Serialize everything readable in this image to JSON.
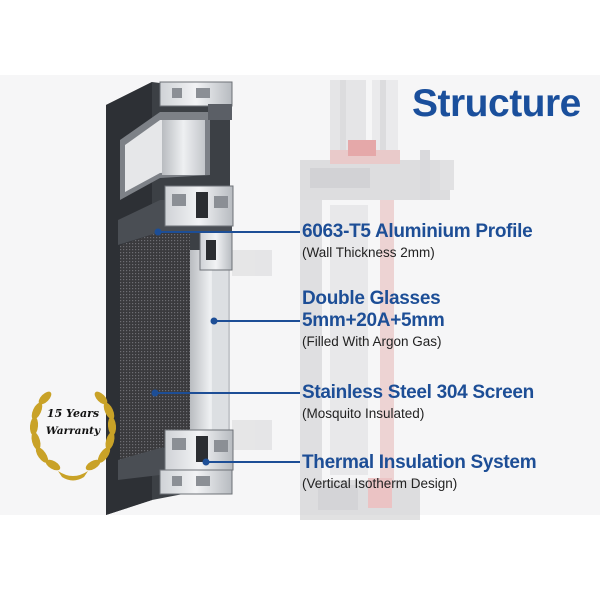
{
  "title": "Structure",
  "callouts": [
    {
      "heading": "6063-T5 Aluminium Profile",
      "sub": "(Wall Thickness 2mm)"
    },
    {
      "heading": "Double Glasses",
      "heading2": "5mm+20A+5mm",
      "sub": "(Filled With Argon Gas)"
    },
    {
      "heading": "Stainless Steel 304 Screen",
      "sub": "(Mosquito Insulated)"
    },
    {
      "heading": "Thermal Insulation System",
      "sub": "(Vertical Isotherm Design)"
    }
  ],
  "badge": {
    "years": "15 Years",
    "label": "Warranty"
  },
  "colors": {
    "accent": "#1a4f9c",
    "frame": "#3c4045",
    "leader": "#1d4e96",
    "badge_gold": "#c9a227",
    "section_red": "#c0392b"
  }
}
